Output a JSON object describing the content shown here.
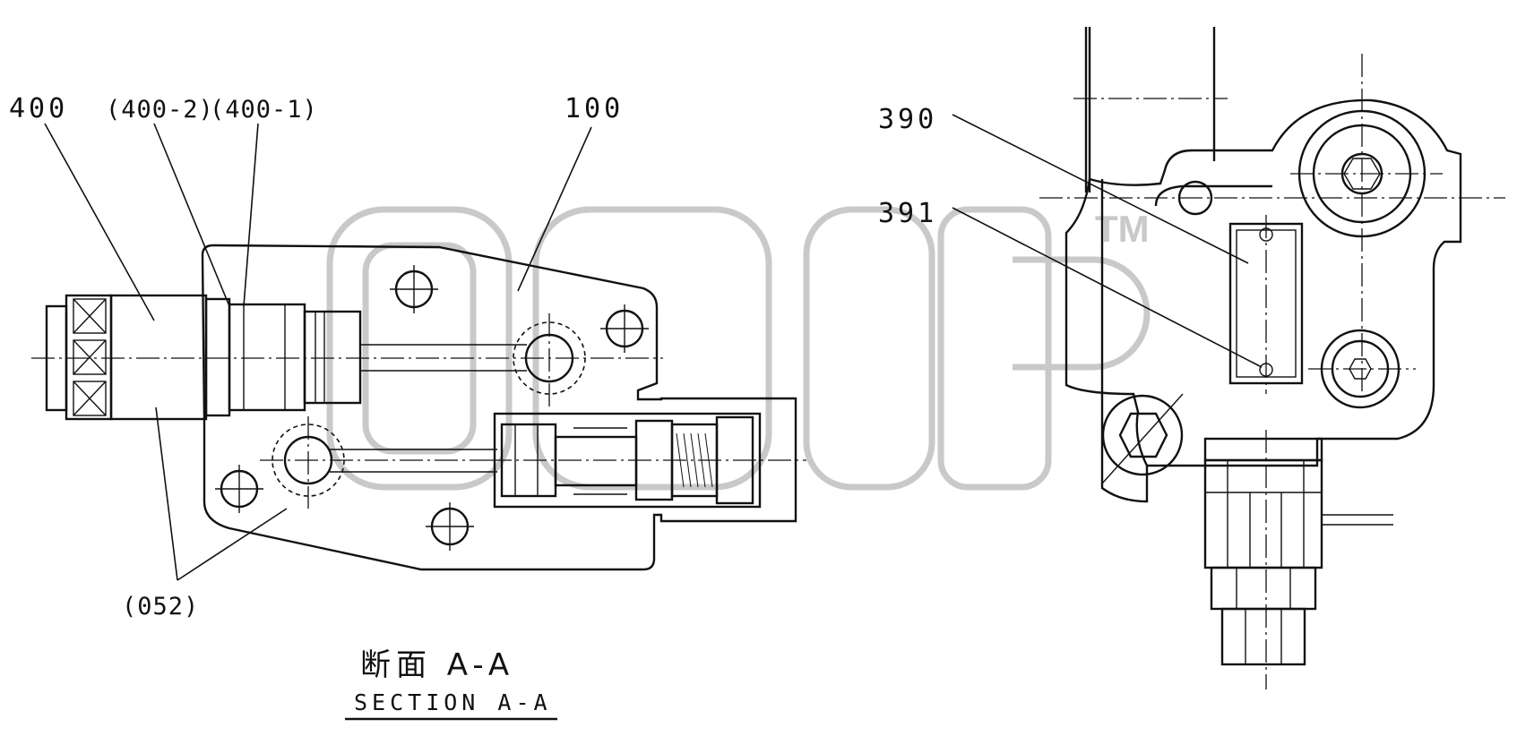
{
  "callouts": {
    "c400": "400",
    "c400_2": "(400-2)",
    "c400_1": "(400-1)",
    "c100": "100",
    "c052": "(052)",
    "c390": "390",
    "c391": "391"
  },
  "section": {
    "title_jp": "断面  A-A",
    "title_en": "SECTION A-A"
  },
  "watermark": {
    "tm": "TM"
  }
}
